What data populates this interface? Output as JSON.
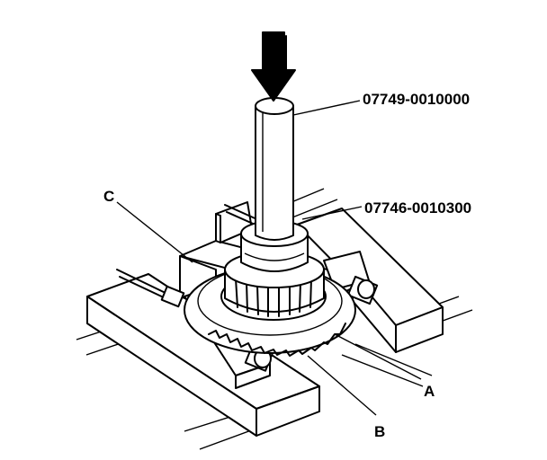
{
  "labels": {
    "tool_driver": "07749-0010000",
    "tool_attachment": "07746-0010300",
    "a": "A",
    "b": "B",
    "c": "C"
  }
}
